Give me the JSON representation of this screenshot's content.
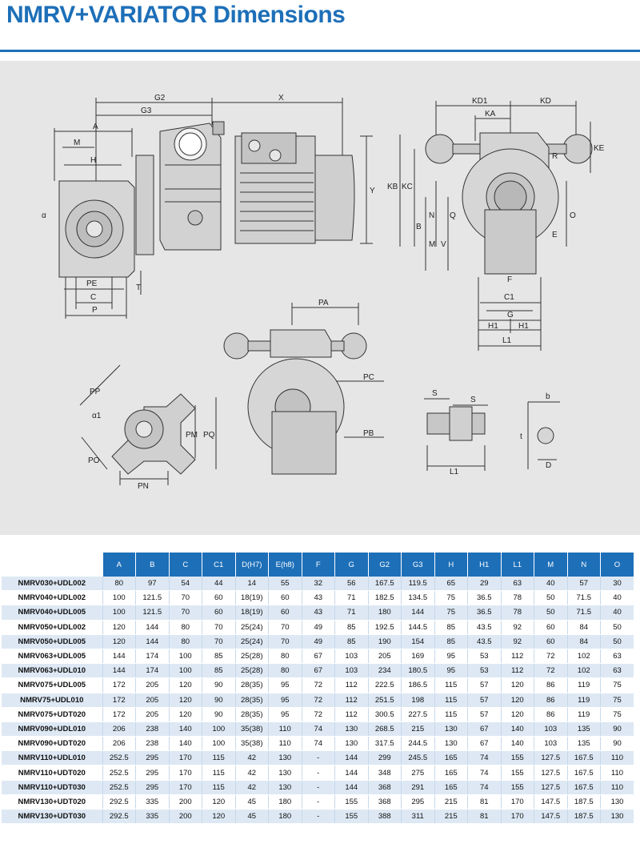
{
  "title": "NMRV+VARIATOR Dimensions",
  "drawing_labels": {
    "G2": "G2",
    "X": "X",
    "G3": "G3",
    "A": "A",
    "M": "M",
    "H": "H",
    "Y": "Y",
    "PE": "PE",
    "C": "C",
    "P": "P",
    "T": "T",
    "alpha": "α",
    "KD1": "KD1",
    "KD": "KD",
    "KA": "KA",
    "KE": "KE",
    "KB": "KB",
    "KC": "KC",
    "B": "B",
    "N": "N",
    "V": "V",
    "Q": "Q",
    "O": "O",
    "E": "E",
    "R": "R",
    "F": "F",
    "C1": "C1",
    "G": "G",
    "H1a": "H1",
    "H1b": "H1",
    "L1": "L1",
    "PA": "PA",
    "PC": "PC",
    "PB": "PB",
    "PP": "PP",
    "alpha1": "α1",
    "PM": "PM",
    "PQ": "PQ",
    "PO": "PO",
    "PN": "PN",
    "Sa": "S",
    "Sb": "S",
    "L1b": "L1",
    "b": "b",
    "t": "t",
    "D": "D"
  },
  "table": {
    "columns": [
      "A",
      "B",
      "C",
      "C1",
      "D(H7)",
      "E(h8)",
      "F",
      "G",
      "G2",
      "G3",
      "H",
      "H1",
      "L1",
      "M",
      "N",
      "O"
    ],
    "rows": [
      {
        "model": "NMRV030+UDL002",
        "values": [
          "80",
          "97",
          "54",
          "44",
          "14",
          "55",
          "32",
          "56",
          "167.5",
          "119.5",
          "65",
          "29",
          "63",
          "40",
          "57",
          "30"
        ]
      },
      {
        "model": "NMRV040+UDL002",
        "values": [
          "100",
          "121.5",
          "70",
          "60",
          "18(19)",
          "60",
          "43",
          "71",
          "182.5",
          "134.5",
          "75",
          "36.5",
          "78",
          "50",
          "71.5",
          "40"
        ]
      },
      {
        "model": "NMRV040+UDL005",
        "values": [
          "100",
          "121.5",
          "70",
          "60",
          "18(19)",
          "60",
          "43",
          "71",
          "180",
          "144",
          "75",
          "36.5",
          "78",
          "50",
          "71.5",
          "40"
        ]
      },
      {
        "model": "NMRV050+UDL002",
        "values": [
          "120",
          "144",
          "80",
          "70",
          "25(24)",
          "70",
          "49",
          "85",
          "192.5",
          "144.5",
          "85",
          "43.5",
          "92",
          "60",
          "84",
          "50"
        ]
      },
      {
        "model": "NMRV050+UDL005",
        "values": [
          "120",
          "144",
          "80",
          "70",
          "25(24)",
          "70",
          "49",
          "85",
          "190",
          "154",
          "85",
          "43.5",
          "92",
          "60",
          "84",
          "50"
        ]
      },
      {
        "model": "NMRV063+UDL005",
        "values": [
          "144",
          "174",
          "100",
          "85",
          "25(28)",
          "80",
          "67",
          "103",
          "205",
          "169",
          "95",
          "53",
          "112",
          "72",
          "102",
          "63"
        ]
      },
      {
        "model": "NMRV063+UDL010",
        "values": [
          "144",
          "174",
          "100",
          "85",
          "25(28)",
          "80",
          "67",
          "103",
          "234",
          "180.5",
          "95",
          "53",
          "112",
          "72",
          "102",
          "63"
        ]
      },
      {
        "model": "NMRV075+UDL005",
        "values": [
          "172",
          "205",
          "120",
          "90",
          "28(35)",
          "95",
          "72",
          "112",
          "222.5",
          "186.5",
          "115",
          "57",
          "120",
          "86",
          "119",
          "75"
        ]
      },
      {
        "model": "NMRV75+UDL010",
        "values": [
          "172",
          "205",
          "120",
          "90",
          "28(35)",
          "95",
          "72",
          "112",
          "251.5",
          "198",
          "115",
          "57",
          "120",
          "86",
          "119",
          "75"
        ]
      },
      {
        "model": "NMRV075+UDT020",
        "values": [
          "172",
          "205",
          "120",
          "90",
          "28(35)",
          "95",
          "72",
          "112",
          "300.5",
          "227.5",
          "115",
          "57",
          "120",
          "86",
          "119",
          "75"
        ]
      },
      {
        "model": "NMRV090+UDL010",
        "values": [
          "206",
          "238",
          "140",
          "100",
          "35(38)",
          "110",
          "74",
          "130",
          "268.5",
          "215",
          "130",
          "67",
          "140",
          "103",
          "135",
          "90"
        ]
      },
      {
        "model": "NMRV090+UDT020",
        "values": [
          "206",
          "238",
          "140",
          "100",
          "35(38)",
          "110",
          "74",
          "130",
          "317.5",
          "244.5",
          "130",
          "67",
          "140",
          "103",
          "135",
          "90"
        ]
      },
      {
        "model": "NMRV110+UDL010",
        "values": [
          "252.5",
          "295",
          "170",
          "115",
          "42",
          "130",
          "-",
          "144",
          "299",
          "245.5",
          "165",
          "74",
          "155",
          "127.5",
          "167.5",
          "110"
        ]
      },
      {
        "model": "NMRV110+UDT020",
        "values": [
          "252.5",
          "295",
          "170",
          "115",
          "42",
          "130",
          "-",
          "144",
          "348",
          "275",
          "165",
          "74",
          "155",
          "127.5",
          "167.5",
          "110"
        ]
      },
      {
        "model": "NMRV110+UDT030",
        "values": [
          "252.5",
          "295",
          "170",
          "115",
          "42",
          "130",
          "-",
          "144",
          "368",
          "291",
          "165",
          "74",
          "155",
          "127.5",
          "167.5",
          "110"
        ]
      },
      {
        "model": "NMRV130+UDT020",
        "values": [
          "292.5",
          "335",
          "200",
          "120",
          "45",
          "180",
          "-",
          "155",
          "368",
          "295",
          "215",
          "81",
          "170",
          "147.5",
          "187.5",
          "130"
        ]
      },
      {
        "model": "NMRV130+UDT030",
        "values": [
          "292.5",
          "335",
          "200",
          "120",
          "45",
          "180",
          "-",
          "155",
          "388",
          "311",
          "215",
          "81",
          "170",
          "147.5",
          "187.5",
          "130"
        ]
      }
    ]
  }
}
